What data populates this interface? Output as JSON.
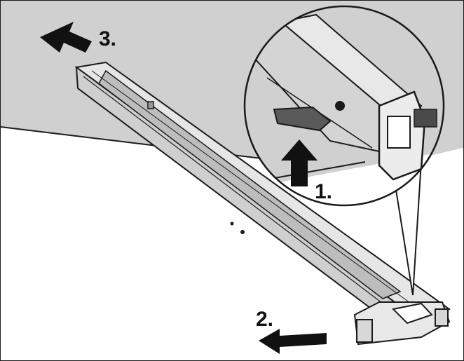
{
  "figure": {
    "steps": [
      {
        "id": "step-1",
        "label": "1."
      },
      {
        "id": "step-2",
        "label": "2."
      },
      {
        "id": "step-3",
        "label": "3."
      }
    ]
  },
  "colors": {
    "outline": "#1a1a1a",
    "wall": "#d0d0d0",
    "floor": "#ffffff",
    "rail": "#d2d2d2",
    "rail_face": "#e6e6e6",
    "clip": "#4a4a4a",
    "arrow": "#111111"
  },
  "icons": [
    "arrow-up-icon",
    "arrow-left-icon",
    "arrow-up-left-icon",
    "release-clip-icon"
  ]
}
